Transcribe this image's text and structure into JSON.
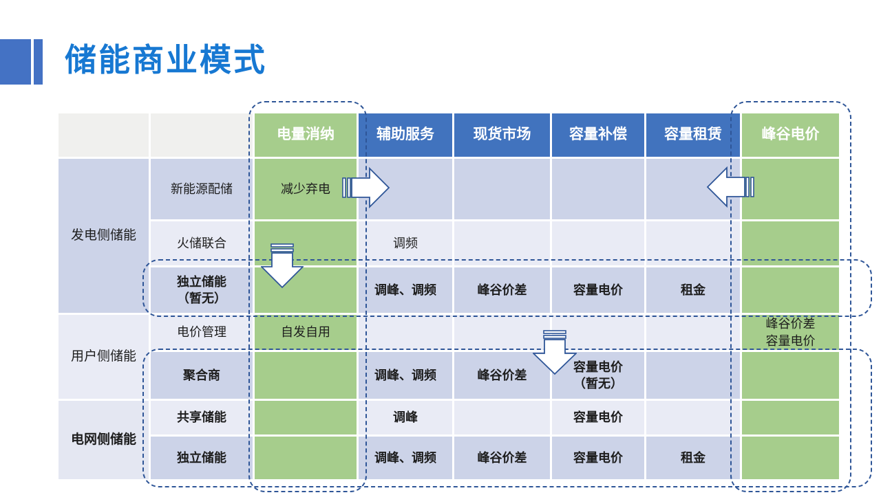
{
  "title": "储能商业模式",
  "table": {
    "header": [
      "",
      "",
      "电量消纳",
      "辅助服务",
      "现货市场",
      "容量补偿",
      "容量租赁",
      "峰谷电价"
    ],
    "groups": [
      "发电侧储能",
      "用户侧储能",
      "电网侧储能"
    ],
    "rows": [
      {
        "label": "新能源配储",
        "absorb": "减少弃电"
      },
      {
        "label": "火储联合",
        "ancillary": "调频"
      },
      {
        "label_1": "独立储能",
        "label_2": "（暂无）",
        "ancillary": "调峰、调频",
        "spot": "峰谷价差",
        "capacity": "容量电价",
        "lease": "租金"
      },
      {
        "label": "电价管理",
        "absorb": "自发自用",
        "peakvalley_1": "峰谷价差",
        "peakvalley_2": "容量电价"
      },
      {
        "label": "聚合商",
        "ancillary": "调峰、调频",
        "spot": "峰谷价差",
        "capacity_1": "容量电价",
        "capacity_2": "（暂无）"
      },
      {
        "label": "共享储能",
        "ancillary": "调峰",
        "capacity": "容量电价"
      },
      {
        "label": "独立储能",
        "ancillary": "调峰、调频",
        "spot": "峰谷价差",
        "capacity": "容量电价",
        "lease": "租金"
      }
    ]
  },
  "annotations": {
    "arrows": [
      "striped-right-arrow",
      "striped-left-arrow",
      "striped-down-arrow",
      "striped-down-arrow"
    ],
    "highlighted_columns": [
      "电量消纳",
      "峰谷电价"
    ],
    "highlighted_rows": [
      "独立储能（暂无）",
      "聚合商 / 共享储能 / 独立储能"
    ]
  },
  "colors": {
    "accent_blue": "#4472C4",
    "title_blue": "#1778D2",
    "header_blue": "#4173BE",
    "green": "#A6CD8C",
    "band_dark": "#CCD3E8",
    "band_light": "#E9EBF5",
    "dash_blue": "#2E5597"
  }
}
